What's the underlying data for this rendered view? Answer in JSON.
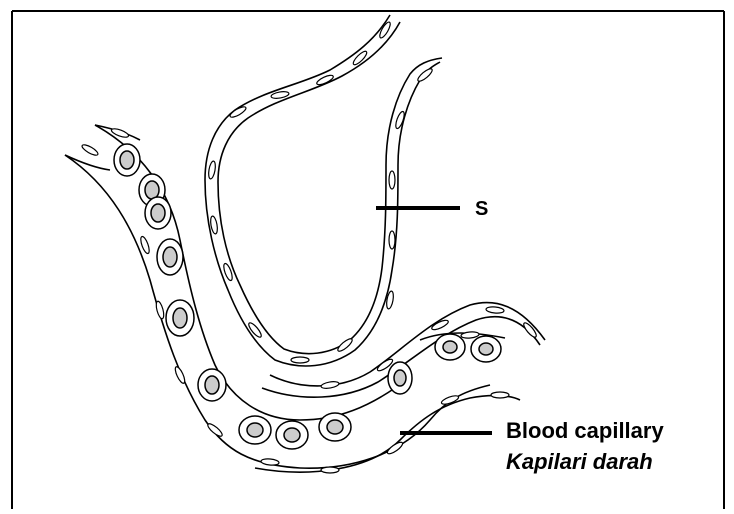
{
  "labels": {
    "s": "S",
    "blood_capillary_en": "Blood capillary",
    "blood_capillary_ms": "Kapilari darah"
  }
}
